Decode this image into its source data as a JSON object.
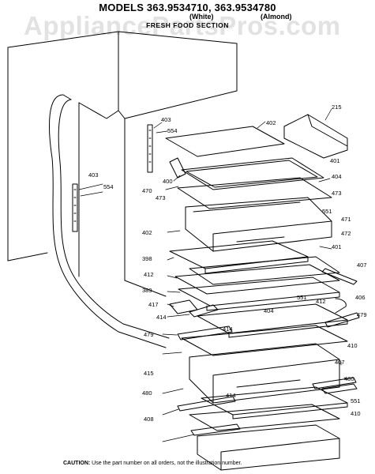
{
  "header": {
    "line1": "MODELS 363.9534710, 363.9534780",
    "white": "(White)",
    "almond": "(Almond)",
    "section": "FRESH FOOD SECTION"
  },
  "watermark": "AppliancePartsPros.com",
  "callouts": [
    {
      "id": "c215",
      "text": "215"
    },
    {
      "id": "c402a",
      "text": "402"
    },
    {
      "id": "c403a",
      "text": "403"
    },
    {
      "id": "c554a",
      "text": "554"
    },
    {
      "id": "c401a",
      "text": "401"
    },
    {
      "id": "c403b",
      "text": "403"
    },
    {
      "id": "c554b",
      "text": "554"
    },
    {
      "id": "c400",
      "text": "400"
    },
    {
      "id": "c470",
      "text": "470"
    },
    {
      "id": "c404a",
      "text": "404"
    },
    {
      "id": "c473a",
      "text": "473"
    },
    {
      "id": "c473b",
      "text": "473"
    },
    {
      "id": "c551a",
      "text": "551"
    },
    {
      "id": "c471",
      "text": "471"
    },
    {
      "id": "c402b",
      "text": "402"
    },
    {
      "id": "c472",
      "text": "472"
    },
    {
      "id": "c401b",
      "text": "401"
    },
    {
      "id": "c398",
      "text": "398"
    },
    {
      "id": "c407a",
      "text": "407"
    },
    {
      "id": "c412a",
      "text": "412"
    },
    {
      "id": "c389",
      "text": "389"
    },
    {
      "id": "c551b",
      "text": "551"
    },
    {
      "id": "c412b",
      "text": "412"
    },
    {
      "id": "c406",
      "text": "406"
    },
    {
      "id": "c417",
      "text": "417"
    },
    {
      "id": "c404b",
      "text": "404"
    },
    {
      "id": "c479a",
      "text": "479"
    },
    {
      "id": "c414a",
      "text": "414"
    },
    {
      "id": "c414b",
      "text": "414"
    },
    {
      "id": "c479b",
      "text": "479"
    },
    {
      "id": "c410a",
      "text": "410"
    },
    {
      "id": "c407b",
      "text": "407"
    },
    {
      "id": "c415",
      "text": "415"
    },
    {
      "id": "c480a",
      "text": "480"
    },
    {
      "id": "c480b",
      "text": "480"
    },
    {
      "id": "c414c",
      "text": "414"
    },
    {
      "id": "c551c",
      "text": "551"
    },
    {
      "id": "c408",
      "text": "408"
    },
    {
      "id": "c410b",
      "text": "410"
    }
  ],
  "caution": {
    "label": "CAUTION:",
    "text": " Use the part number on all orders, not the illustration number."
  }
}
